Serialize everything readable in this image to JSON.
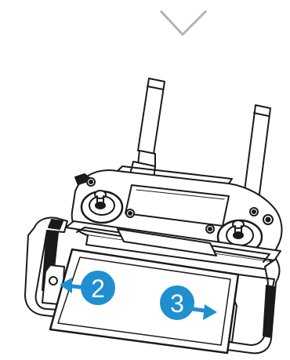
{
  "steps": [
    {
      "number": "2",
      "direction": "left"
    },
    {
      "number": "3",
      "direction": "right"
    }
  ],
  "colors": {
    "accent": "#1f8fcf",
    "outline": "#1a1a1a",
    "chevron": "#b3b3b3",
    "fill": "#ffffff"
  },
  "icons": {
    "top": "chevron-down-icon"
  }
}
